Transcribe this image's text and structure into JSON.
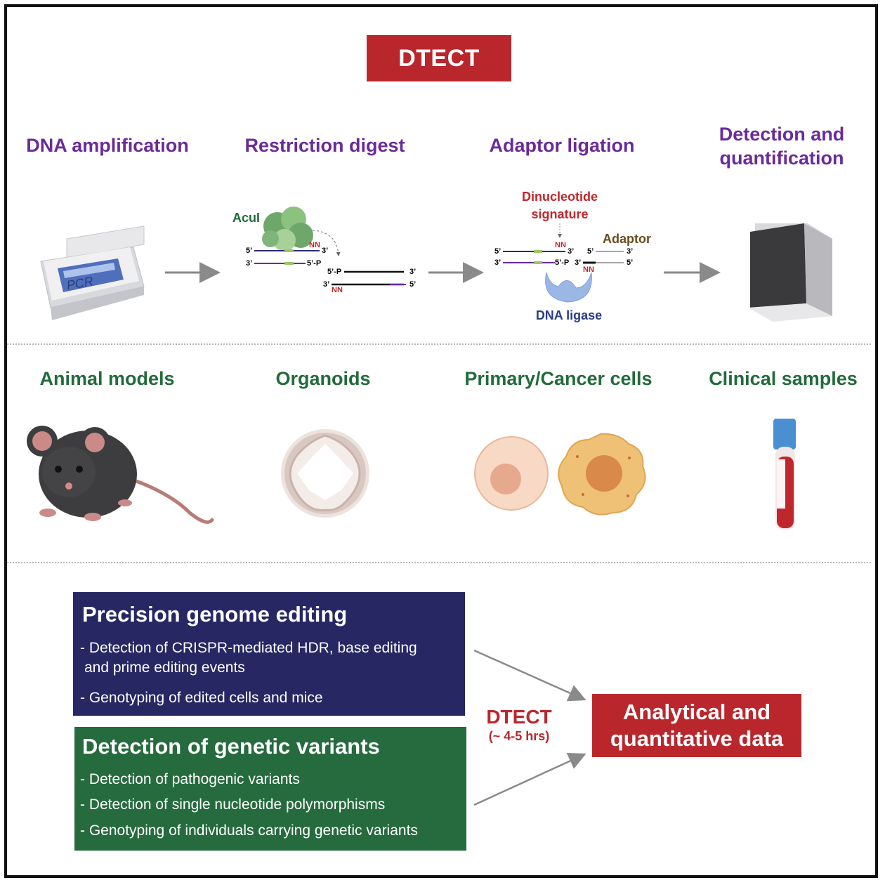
{
  "title": "DTECT",
  "steps": [
    {
      "label": "DNA amplification"
    },
    {
      "label": "Restriction digest"
    },
    {
      "label": "Adaptor ligation"
    },
    {
      "label_line1": "Detection and",
      "label_line2": "quantification"
    }
  ],
  "pcr_label": "PCR",
  "digest": {
    "enzyme": "AcuI",
    "nn": "NN",
    "five_prime": "5’",
    "three_prime": "3’",
    "five_p": "5’-P"
  },
  "ligation": {
    "signature_line1": "Dinucleotide",
    "signature_line2": "signature",
    "adaptor": "Adaptor",
    "ligase": "DNA ligase",
    "nn": "NN"
  },
  "samples": [
    "Animal models",
    "Organoids",
    "Primary/Cancer cells",
    "Clinical samples"
  ],
  "precision": {
    "heading": "Precision genome editing",
    "item1_line1": "- Detection of CRISPR-mediated HDR, base editing",
    "item1_line2": "and prime editing events",
    "item2": "- Genotyping of edited cells and mice"
  },
  "variants": {
    "heading": "Detection of genetic variants",
    "items": [
      "- Detection of pathogenic variants",
      "- Detection of single nucleotide polymorphisms",
      "- Genotyping of individuals carrying genetic variants"
    ]
  },
  "dtect_center": {
    "label": "DTECT",
    "time": "(~ 4-5 hrs)"
  },
  "result": {
    "line1": "Analytical and",
    "line2": "quantitative data"
  },
  "colors": {
    "red": "#b9272d",
    "purple": "#6a2b9a",
    "green": "#226b3c",
    "navy": "#262763",
    "dark_green": "#256b3e"
  }
}
